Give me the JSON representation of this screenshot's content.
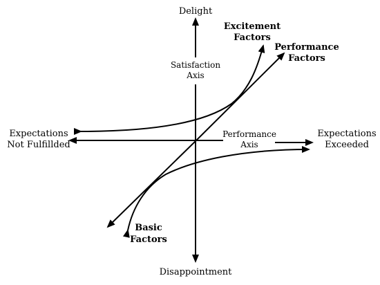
{
  "diagram": {
    "axes": {
      "top": "Delight",
      "bottom": "Disappointment",
      "left_line1": "Expectations",
      "left_line2": "Not Fulfillded",
      "right_line1": "Expectations",
      "right_line2": "Exceeded",
      "satisfaction_line1": "Satisfaction",
      "satisfaction_line2": "Axis",
      "performance_line1": "Performance",
      "performance_line2": "Axis"
    },
    "curves": {
      "excitement_line1": "Excitement",
      "excitement_line2": "Factors",
      "performance_line1": "Performance",
      "performance_line2": "Factors",
      "basic_line1": "Basic",
      "basic_line2": "Factors"
    }
  }
}
